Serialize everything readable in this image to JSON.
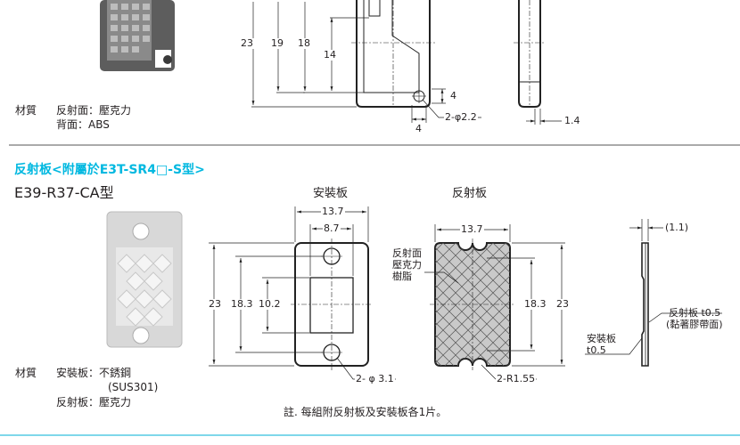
{
  "top": {
    "material_label": "材質",
    "material_lines": [
      "反射面：壓克力",
      "背面：ABS"
    ],
    "dims": {
      "d23": "23",
      "d19": "19",
      "d18": "18",
      "d14": "14",
      "d4a": "4",
      "d4b": "4",
      "hole": "2-φ2.2",
      "thick": "1.4"
    }
  },
  "section": {
    "heading": "反射板<附屬於E3T-SR4□-S型>",
    "model": "E39-R37-CA型"
  },
  "bottom": {
    "plate_title": "安裝板",
    "reflector_title": "反射板",
    "material_label": "材質",
    "material_plate": "安裝板：不銹鋼",
    "material_plate_sub": "(SUS301)",
    "material_reflector": "反射板：壓克力",
    "note": "註. 每組附反射板及安裝板各1片。",
    "dims": {
      "w137a": "13.7",
      "w87": "8.7",
      "h23a": "23",
      "h183a": "18.3",
      "h102": "10.2",
      "hole": "2- φ 3.1",
      "w137b": "13.7",
      "h183b": "18.3",
      "h23b": "23",
      "radius": "2-R1.55",
      "t11": "(1.1)"
    },
    "callouts": {
      "face": [
        "反射面",
        "壓克力",
        "樹脂"
      ],
      "side_reflector": [
        "反射板 t0.5",
        "(黏著膠帶面)"
      ],
      "side_plate": [
        "安裝板",
        "t0.5"
      ]
    }
  },
  "colors": {
    "heading": "#00b8e0",
    "bottom_rule": "#7fd7ea",
    "reflector_fill": "#c9c9c9",
    "plate_fill": "#ffffff"
  }
}
